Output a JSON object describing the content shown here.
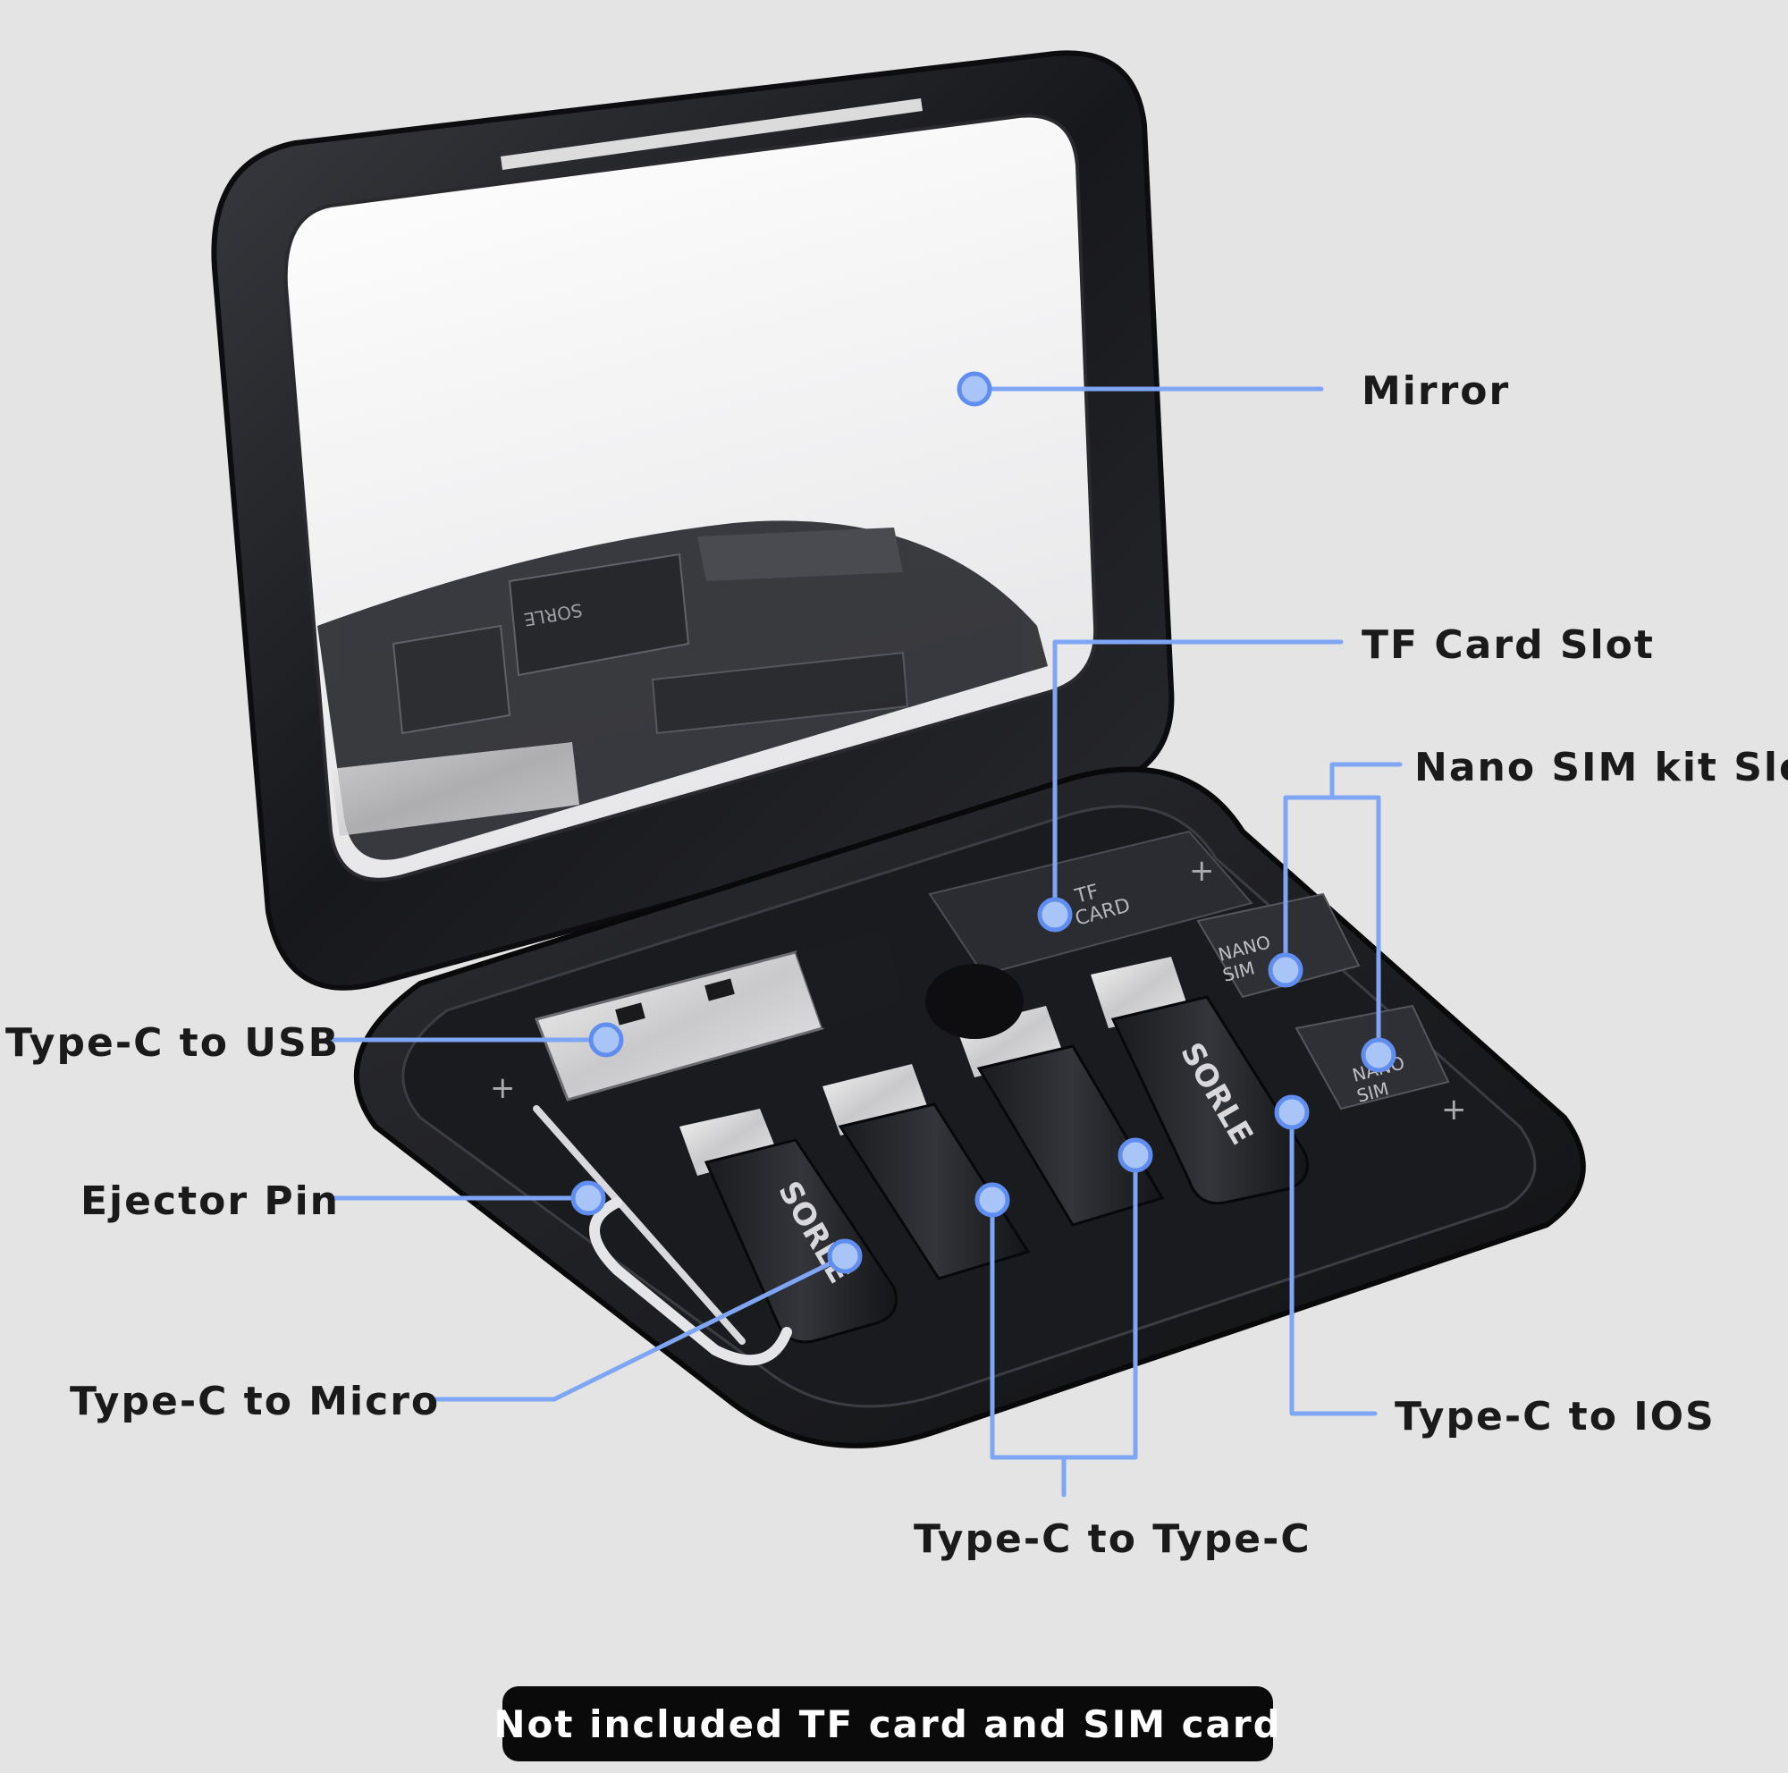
{
  "callouts": {
    "mirror": "Mirror",
    "tf_card_slot": "TF Card Slot",
    "nano_sim_kit_slot": "Nano SIM kit Slot",
    "type_c_to_usb": "Type-C to USB",
    "ejector_pin": "Ejector Pin",
    "type_c_to_micro": "Type-C to Micro",
    "type_c_to_ios": "Type-C to IOS",
    "type_c_to_type_c": "Type-C to Type-C"
  },
  "notice": "Not included TF card and SIM card",
  "printed_marks": {
    "brand": "SORLE",
    "tf_card": [
      "TF",
      "CARD"
    ],
    "nano_sim": [
      "NANO",
      "SIM"
    ]
  },
  "colors": {
    "background": "#e4e4e4",
    "callout_line": "#7ea6f4",
    "callout_dot_fill": "#a9c4f6",
    "case_black": "#1b1c1f",
    "mirror": "#f2f2f3",
    "notice_bg": "#0a0a0a",
    "notice_text": "#ffffff"
  }
}
